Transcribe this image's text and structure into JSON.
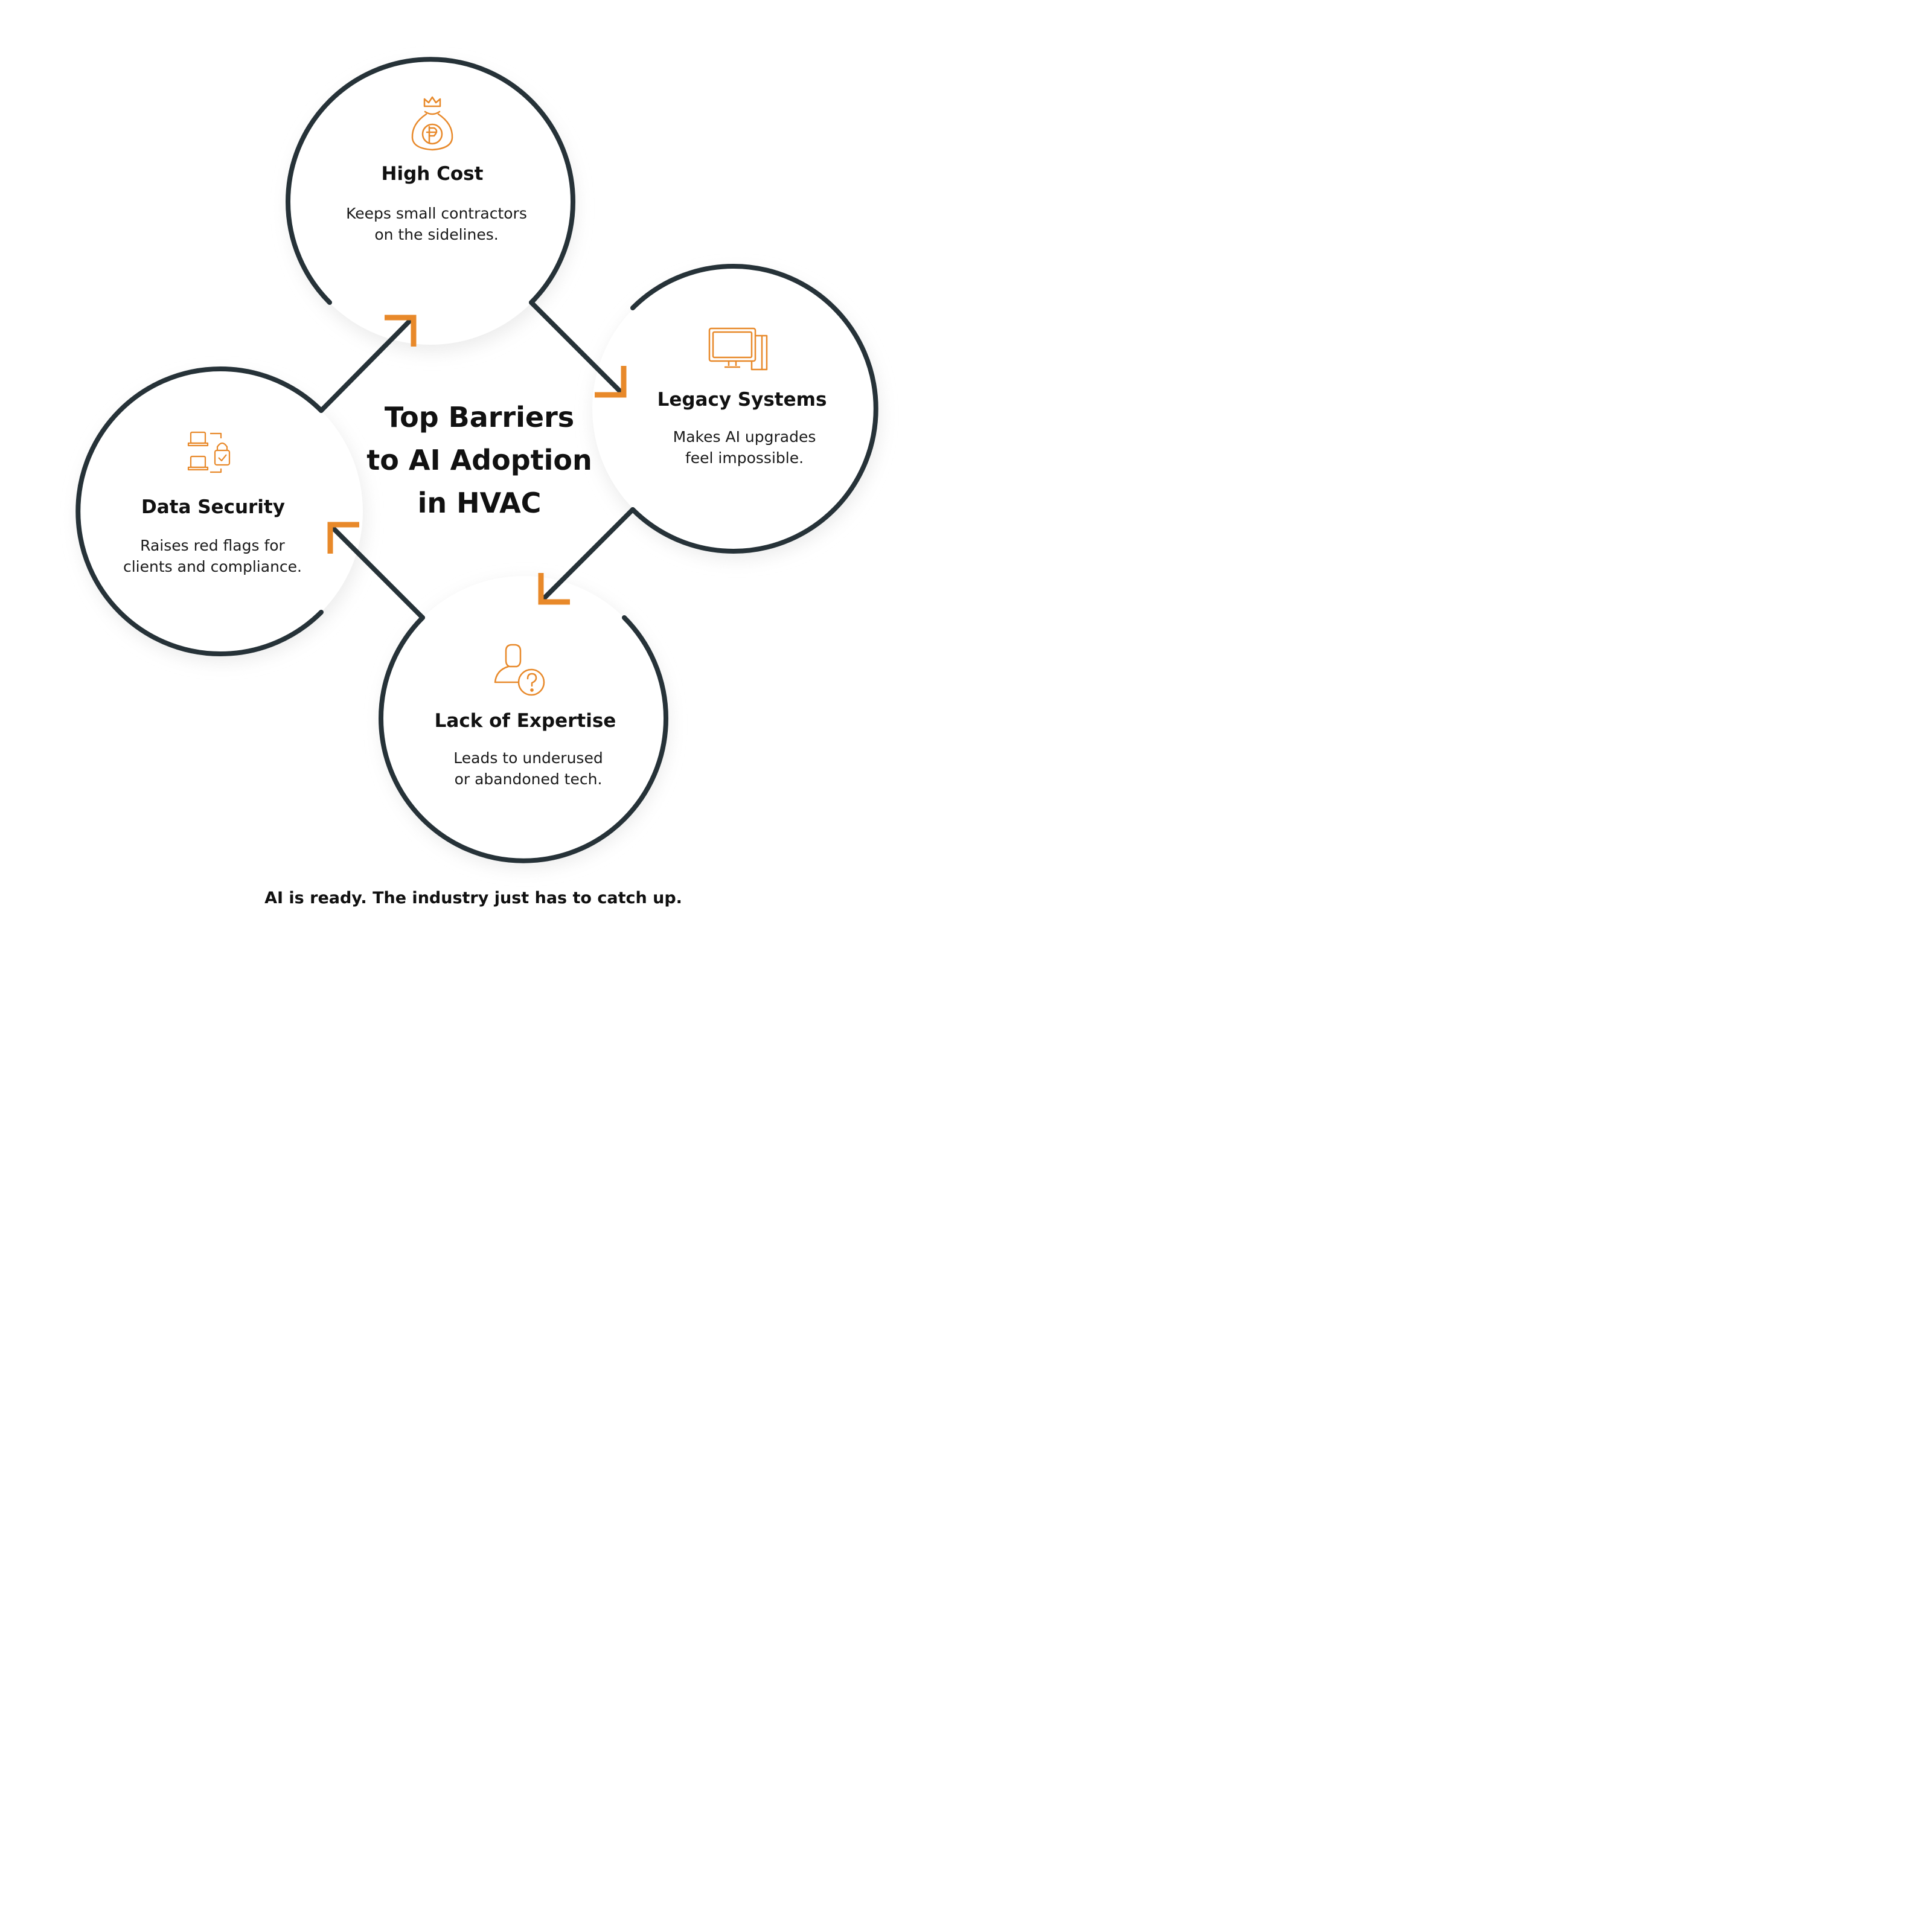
{
  "title_lines": [
    "Top Barriers",
    "to AI Adoption",
    "in HVAC"
  ],
  "barriers": [
    {
      "heading": "High Cost",
      "desc_lines": [
        "Keeps small contractors",
        "on the sidelines."
      ],
      "icon": "money-bag-icon"
    },
    {
      "heading": "Legacy Systems",
      "desc_lines": [
        "Makes AI upgrades",
        "feel impossible."
      ],
      "icon": "computer-monitor-icon"
    },
    {
      "heading": "Lack of Expertise",
      "desc_lines": [
        "Leads to underused",
        "or abandoned tech."
      ],
      "icon": "person-question-icon"
    },
    {
      "heading": "Data Security",
      "desc_lines": [
        "Raises red flags for",
        "clients and compliance."
      ],
      "icon": "devices-lock-icon"
    }
  ],
  "footer": "AI is ready. The industry just has to catch up.",
  "colors": {
    "outline": "#263238",
    "accent": "#E8892A",
    "text": "#111111"
  }
}
